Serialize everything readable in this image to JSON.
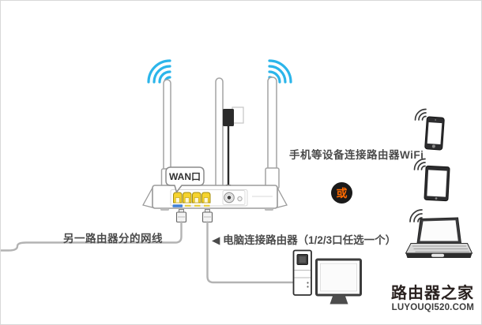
{
  "page": {
    "background": "#ffffff",
    "border_color": "#d8d8d8"
  },
  "colors": {
    "wifi_arc_blue": "#2bb5ea",
    "device_wifi_black": "#3a3a3a",
    "router_outline": "#9b9b9b",
    "port_yellow": "#f6d32d",
    "port_outline": "#a38e12",
    "wan_strip_blue": "#3f7fd6",
    "cable_gray": "#b3b3b3",
    "power_black": "#2b2b2b",
    "badge_bg": "#1a1a1a",
    "badge_text": "#ff6a00",
    "label_text": "#4a4a4a",
    "logo_text": "#29211f"
  },
  "router": {
    "wan_label": "WAN口",
    "port_count": 4
  },
  "labels": {
    "wifi_devices": "手机等设备连接路由器WiFi",
    "lan_from_other_router": "另一路由器分的网线",
    "pc_connect": "◀ 电脑连接路由器（1/2/3口任选一个）",
    "or_badge": "或"
  },
  "logo": {
    "title": "路由器之家",
    "domain": "LUYOUQI520.COM"
  },
  "icons": [
    "wifi-signal-icon",
    "antenna-icon",
    "power-adapter-icon",
    "lan-port-icon",
    "power-jack-icon",
    "ethernet-plug-icon",
    "lan-cable",
    "smartphone-icon",
    "tablet-icon",
    "laptop-icon",
    "desktop-tower-icon",
    "monitor-icon"
  ]
}
